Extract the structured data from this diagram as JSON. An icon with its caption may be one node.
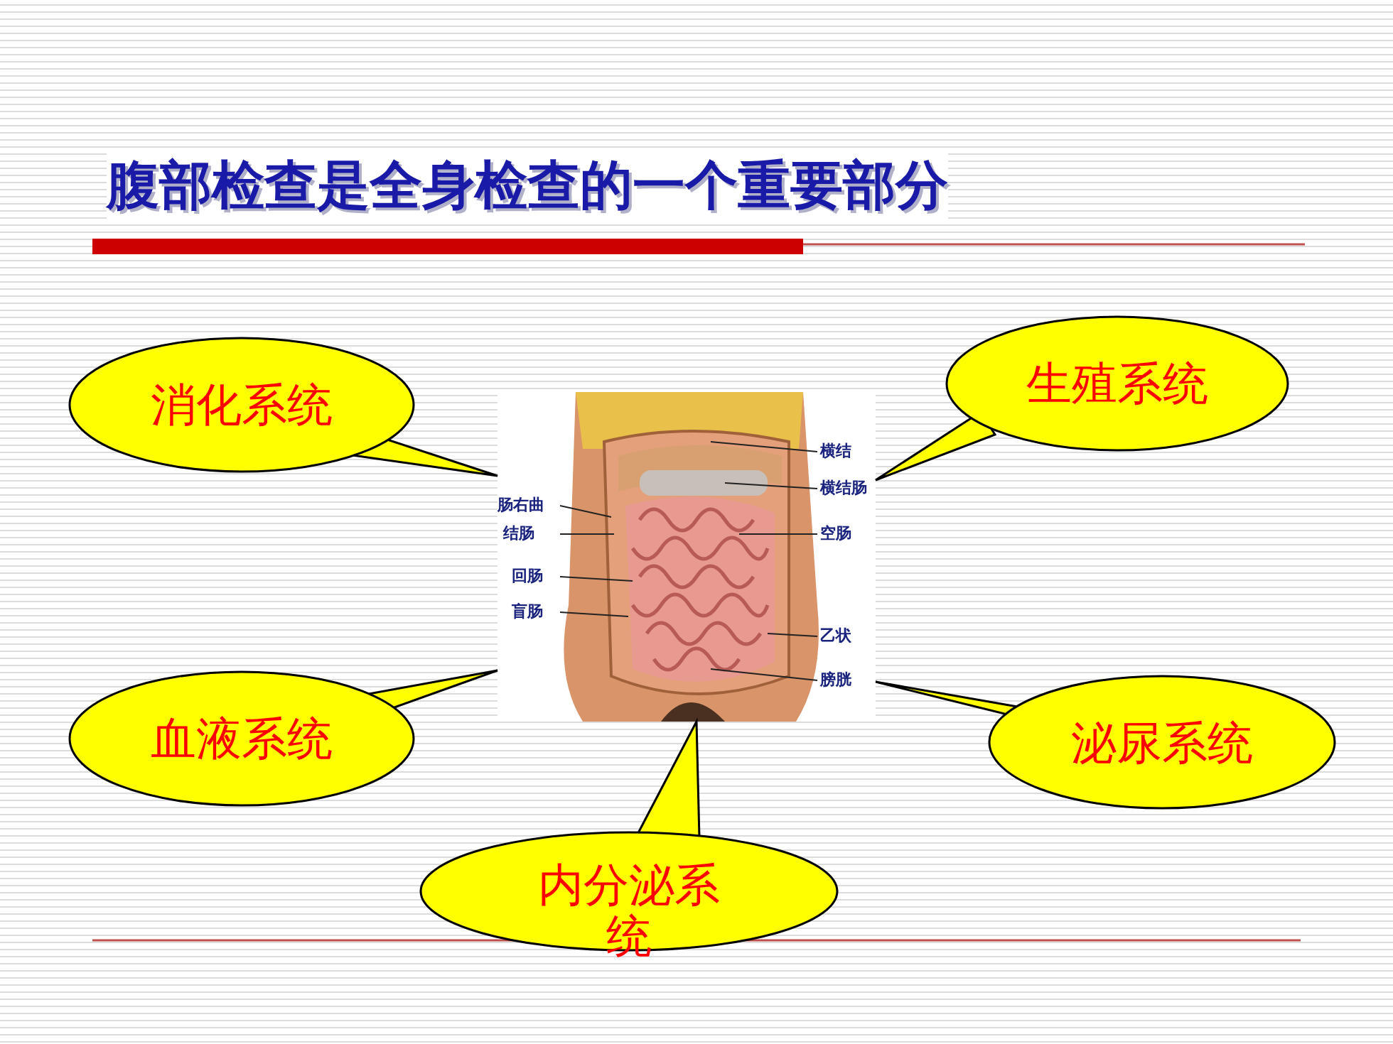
{
  "diagram": {
    "title": "腹部检查是全身检查的一个重要部分",
    "nodes": [
      {
        "text": [
          "消化系统"
        ]
      },
      {
        "text": [
          "生殖系统"
        ]
      },
      {
        "text": [
          "血液系统"
        ]
      },
      {
        "text": [
          "泌尿系统"
        ]
      },
      {
        "text": [
          "内分泌系统"
        ]
      },
      {
        "text": [],
        "shape": "picture"
      }
    ],
    "edges": [
      {
        "from": 0,
        "to": 5,
        "arrow": "none"
      },
      {
        "from": 1,
        "to": 5,
        "arrow": "none"
      },
      {
        "from": 2,
        "to": 5,
        "arrow": "none"
      },
      {
        "from": 3,
        "to": 5,
        "arrow": "none"
      },
      {
        "from": 4,
        "to": 5,
        "arrow": "none"
      }
    ],
    "labels": [
      "横结",
      "肠右曲",
      "横结肠",
      "结肠",
      "空肠",
      "回肠",
      "盲肠",
      "乙状",
      "膀胱"
    ]
  }
}
